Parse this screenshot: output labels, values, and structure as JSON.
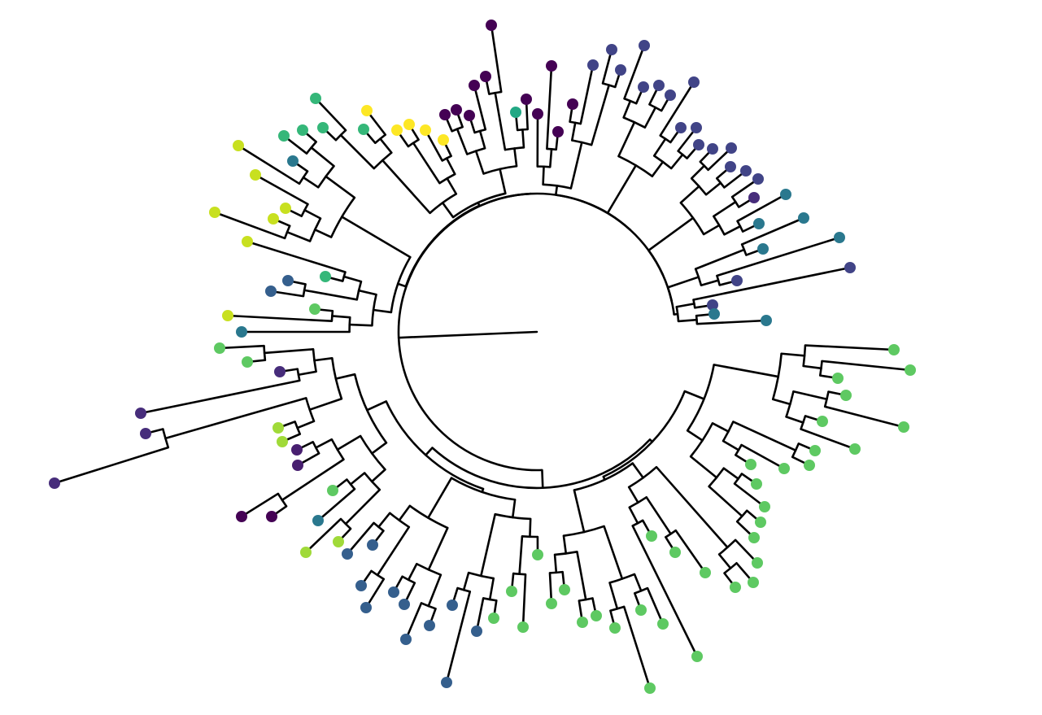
{
  "diagram": {
    "type": "circular-phylogenetic-tree",
    "layout": "circular",
    "branch_color": "#000000",
    "palette": {
      "dark_purple": "#440154",
      "purple": "#481f70",
      "indigo": "#472d7b",
      "slate_blue": "#414487",
      "blue": "#355f8d",
      "teal": "#2a788e",
      "teal_green": "#22a884",
      "green_teal": "#35b779",
      "green": "#5ec962",
      "lime": "#a0da39",
      "yellow_green": "#c8e020",
      "yellow": "#fde725"
    },
    "tip_colors": [
      "green",
      "green",
      "green",
      "green",
      "green",
      "green",
      "green",
      "green",
      "green",
      "green",
      "green",
      "green",
      "green",
      "green",
      "green",
      "green",
      "green",
      "green",
      "green",
      "green",
      "green",
      "green",
      "green",
      "green",
      "green",
      "green",
      "green",
      "green",
      "green",
      "green",
      "green",
      "green",
      "green",
      "green",
      "blue",
      "blue",
      "blue",
      "blue",
      "blue",
      "blue",
      "blue",
      "blue",
      "blue",
      "blue",
      "blue",
      "lime",
      "lime",
      "teal",
      "green",
      "dark_purple",
      "dark_purple",
      "purple",
      "purple",
      "lime",
      "lime",
      "indigo",
      "indigo",
      "indigo",
      "indigo",
      "green",
      "green",
      "teal",
      "yellow_green",
      "green",
      "blue",
      "blue",
      "green_teal",
      "yellow_green",
      "yellow_green",
      "yellow_green",
      "yellow_green",
      "yellow_green",
      "yellow_green",
      "teal",
      "green_teal",
      "green_teal",
      "green_teal",
      "green_teal",
      "green_teal",
      "yellow",
      "yellow",
      "yellow",
      "yellow",
      "yellow",
      "dark_purple",
      "dark_purple",
      "dark_purple",
      "dark_purple",
      "dark_purple",
      "dark_purple",
      "teal_green",
      "dark_purple",
      "dark_purple",
      "dark_purple",
      "dark_purple",
      "dark_purple",
      "slate_blue",
      "slate_blue",
      "slate_blue",
      "slate_blue",
      "slate_blue",
      "slate_blue",
      "slate_blue",
      "slate_blue",
      "slate_blue",
      "slate_blue",
      "slate_blue",
      "slate_blue",
      "slate_blue",
      "slate_blue",
      "slate_blue",
      "slate_blue",
      "indigo",
      "teal",
      "teal",
      "teal",
      "teal",
      "teal",
      "slate_blue",
      "slate_blue",
      "slate_blue",
      "teal",
      "teal"
    ]
  }
}
